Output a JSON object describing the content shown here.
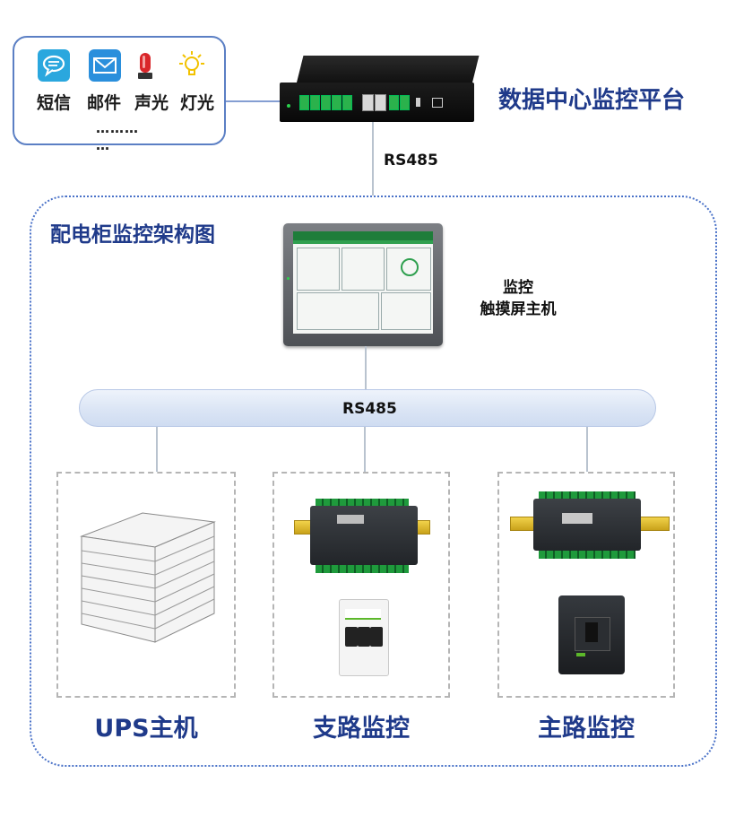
{
  "notifications": {
    "items": [
      {
        "label": "短信",
        "icon": "sms-chat-icon"
      },
      {
        "label": "邮件",
        "icon": "email-envelope-icon"
      },
      {
        "label": "声光",
        "icon": "alarm-beacon-icon"
      },
      {
        "label": "灯光",
        "icon": "lightbulb-icon"
      }
    ],
    "more_line1": "………",
    "more_line2": "…"
  },
  "datacenter": {
    "title": "数据中心监控平台"
  },
  "link_top": {
    "label": "RS485"
  },
  "cabinet": {
    "title": "配电柜监控架构图"
  },
  "hmi": {
    "label_line1": "监控",
    "label_line2": "触摸屏主机"
  },
  "bus": {
    "label": "RS485"
  },
  "modules": [
    {
      "label": "UPS主机"
    },
    {
      "label": "支路监控"
    },
    {
      "label": "主路监控"
    }
  ],
  "colors": {
    "title_blue": "#1f3a8a",
    "frame_blue": "#4a72c8",
    "terminal_green": "#1f9a3c"
  }
}
